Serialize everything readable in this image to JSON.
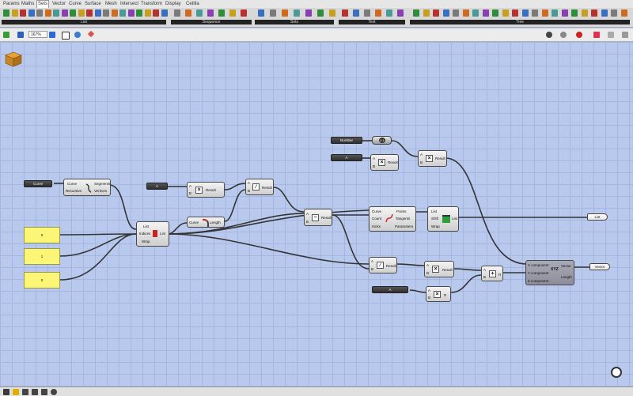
{
  "menu_tabs": [
    "Params",
    "Maths",
    "Sets",
    "Vector",
    "Curve",
    "Surface",
    "Mesh",
    "Intersect",
    "Transform",
    "Display",
    "Cetilia"
  ],
  "active_tab": "Sets",
  "ribbon_groups": [
    "List",
    "Sequence",
    "Sets",
    "Text",
    "Tree"
  ],
  "toolbar": {
    "zoom": "167%"
  },
  "components": {
    "divide_curve": {
      "in": [
        "Curve",
        "Recursive"
      ],
      "out": [
        "Segments",
        "Vertices"
      ]
    },
    "list_item": {
      "in": [
        "List",
        "Indices",
        "Wrap"
      ],
      "out": [
        "List"
      ]
    },
    "multiply1": {
      "in": [
        "A",
        "B"
      ],
      "out": [
        "Result"
      ]
    },
    "division1": {
      "in": [
        "A",
        "B"
      ],
      "out": [
        "Result"
      ]
    },
    "length": {
      "in": [
        "Curve"
      ],
      "out": [
        "Length"
      ]
    },
    "subtract": {
      "in": [
        "A",
        "B"
      ],
      "out": [
        "Result"
      ]
    },
    "eval_curve": {
      "in": [
        "Curve",
        "Count",
        "Kinks"
      ],
      "out": [
        "Points",
        "Tangents",
        "Parameters"
      ]
    },
    "shift_list": {
      "in": [
        "List",
        "Shift",
        "Wrap"
      ],
      "out": [
        "List"
      ]
    },
    "multiply2": {
      "in": [
        "A",
        "B"
      ],
      "out": [
        "Result"
      ]
    },
    "multiply3": {
      "in": [
        "A",
        "B"
      ],
      "out": [
        "Result"
      ]
    },
    "division2": {
      "in": [
        "A",
        "B"
      ],
      "out": [
        "Result"
      ]
    },
    "multiply4": {
      "in": [
        "A",
        "B"
      ],
      "out": [
        "Result"
      ]
    },
    "addition": {
      "in": [
        "A",
        "B"
      ],
      "out": [
        "R"
      ]
    },
    "multiply5": {
      "in": [
        "A",
        "B"
      ],
      "out": [
        "R"
      ]
    },
    "vector_xyz": {
      "in": [
        "X component",
        "Y component",
        "Z component"
      ],
      "out": [
        "Vector",
        "Length"
      ],
      "badge": "XYZ"
    }
  },
  "params": {
    "curve": "Curve",
    "a1": "A",
    "number": "Number",
    "a2": "A",
    "a3": "A",
    "out_list": "List",
    "out_vector": "Vector"
  },
  "panels": [
    "0",
    "1",
    "0"
  ],
  "slider_value": "0.1"
}
